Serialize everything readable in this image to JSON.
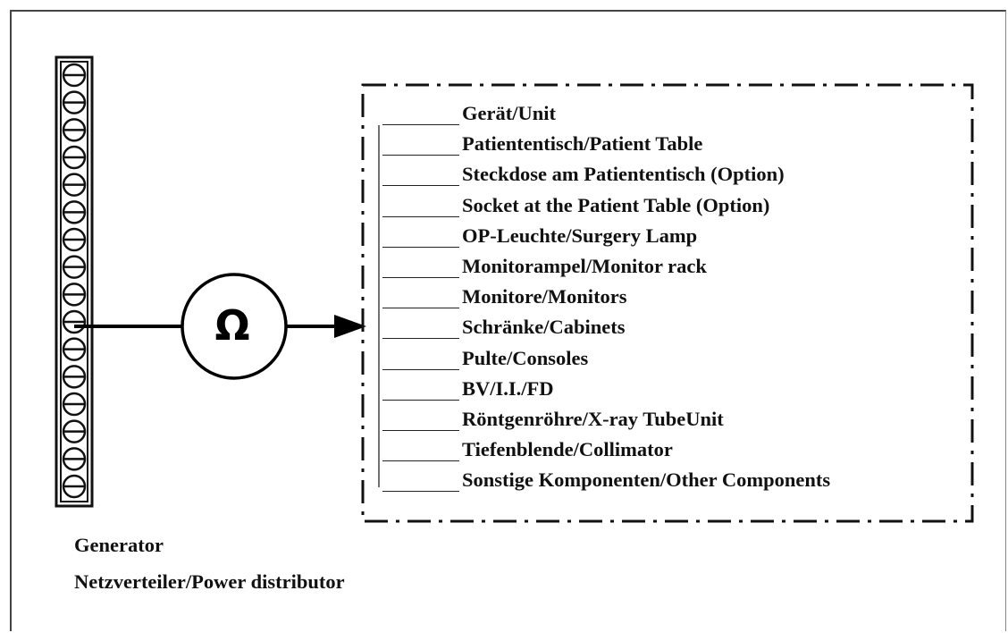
{
  "diagram": {
    "components": [
      "Gerät/Unit",
      "Patiententisch/Patient Table",
      "Steckdose am Patiententisch (Option)",
      "Socket at the Patient Table (Option)",
      "OP-Leuchte/Surgery Lamp",
      "Monitorampel/Monitor rack",
      "Monitore/Monitors",
      "Schränke/Cabinets",
      "Pulte/Consoles",
      "BV/I.I./FD",
      "Röntgenröhre/X-ray TubeUnit",
      "Tiefenblende/Collimator",
      "Sonstige Komponenten/Other Components"
    ],
    "meter_symbol": "Ω",
    "caption_line1": "Generator",
    "caption_line2": "Netzverteiler/Power distributor",
    "terminal_count": 16
  }
}
